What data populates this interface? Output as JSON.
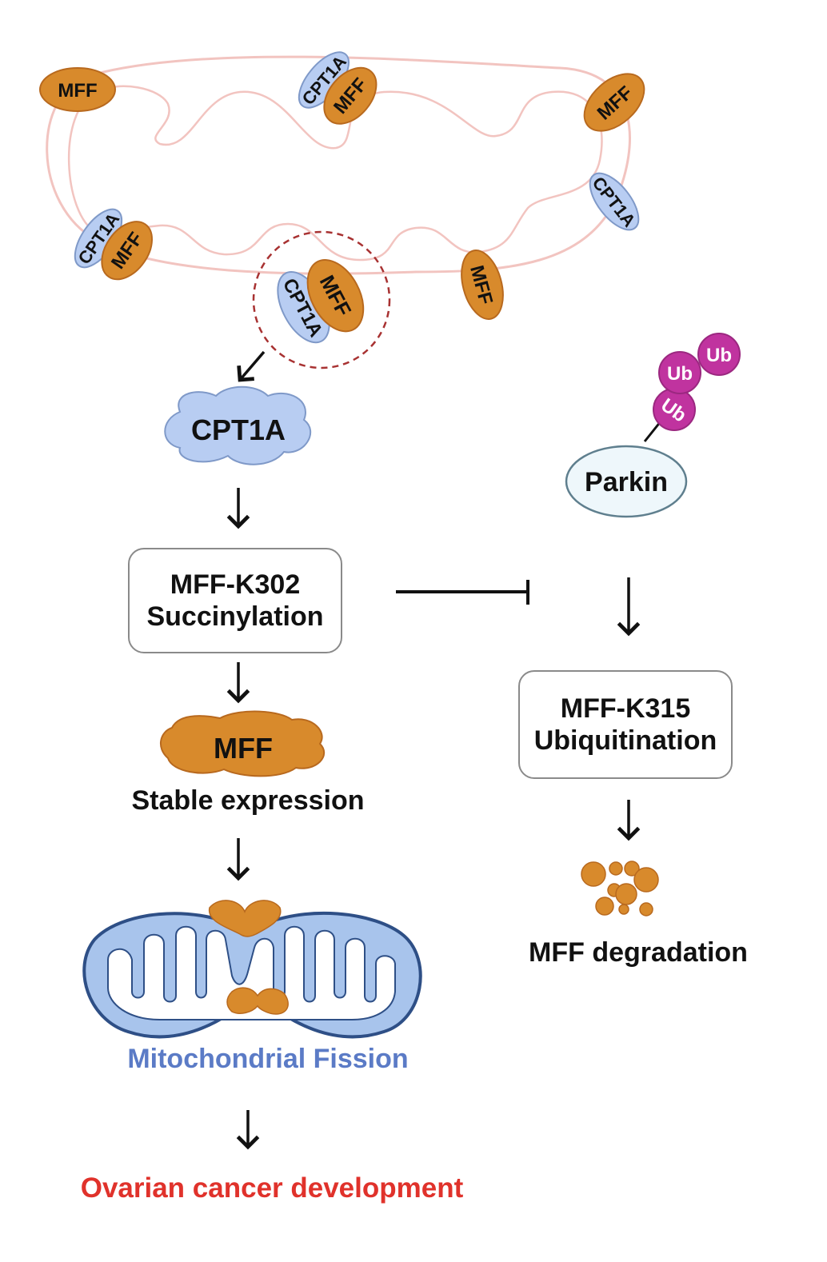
{
  "colors": {
    "mff": "#d88a2c",
    "mff_edge": "#b8691e",
    "cpt1a": "#b8cdf2",
    "cpt1a_edge": "#7f99c8",
    "membrane": "#f2c4c0",
    "ub": "#c0339f",
    "parkin_fill": "#eef7fb",
    "parkin_edge": "#5f7f8e",
    "fission_text": "#5b7bc6",
    "cancer_text": "#e0322b",
    "dashed_circle": "#a83232",
    "mito_fill": "#a8c4ec",
    "mito_edge": "#2e4f86"
  },
  "labels": {
    "mff": "MFF",
    "cpt1a": "CPT1A",
    "ub": "Ub",
    "parkin": "Parkin"
  },
  "steps": {
    "succinylation_line1": "MFF-K302",
    "succinylation_line2": "Succinylation",
    "ubiquitination_line1": "MFF-K315",
    "ubiquitination_line2": "Ubiquitination",
    "stable_expression": "Stable expression",
    "mff_degradation": "MFF degradation",
    "mito_fission": "Mitochondrial Fission",
    "ovarian_cancer": "Ovarian cancer development"
  },
  "icons": {
    "arrow": "down-arrow-icon",
    "inhibition": "inhibition-bar-icon",
    "mitochondrion": "mitochondrion-icon",
    "degradation": "protein-fragments-icon"
  }
}
